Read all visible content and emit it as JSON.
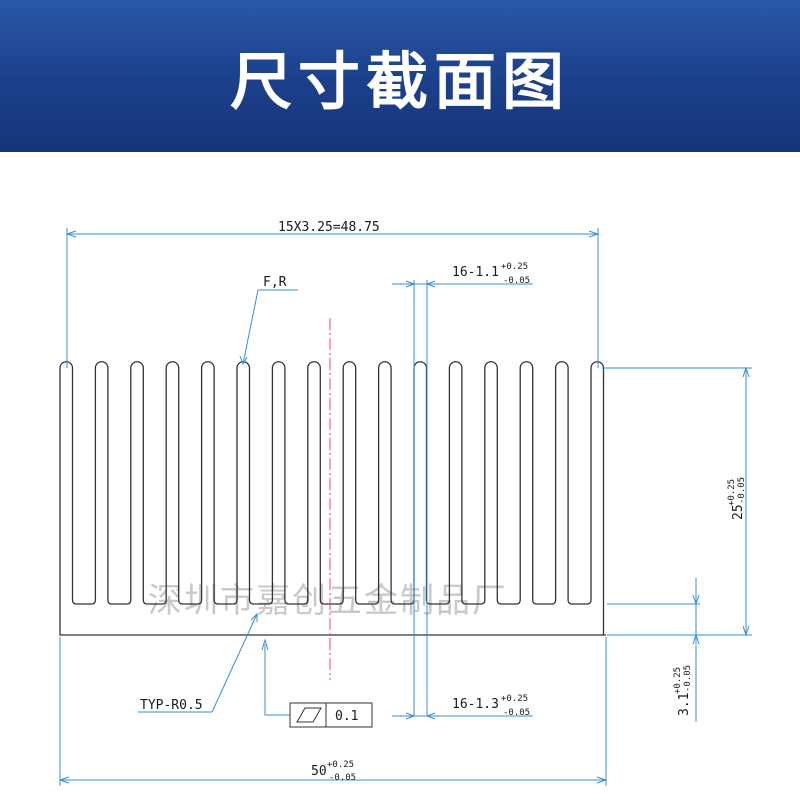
{
  "title": "尺寸截面图",
  "drawing": {
    "top_span": "15X3.25=48.75",
    "fin_callout": "F,R",
    "fin_gap": {
      "base": "16-1.1",
      "upper": "+0.25",
      "lower": "-0.05"
    },
    "base_gap": {
      "base": "16-1.3",
      "upper": "+0.25",
      "lower": "-0.05"
    },
    "height": {
      "base": "25",
      "upper": "+0.25",
      "lower": "-0.05"
    },
    "base_thickness": {
      "base": "3.1",
      "upper": "+0.25",
      "lower": "-0.05"
    },
    "width": {
      "base": "50",
      "upper": "+0.25",
      "lower": "-0.05"
    },
    "radius_note": "TYP-R0.5",
    "flatness_value": "0.1",
    "watermark": "深圳市嘉创五金制品厂"
  },
  "colors": {
    "banner": "#1b3f8a",
    "dimension_line": "#3a8fd4",
    "outline": "#333333",
    "centerline": "#e0409a"
  }
}
